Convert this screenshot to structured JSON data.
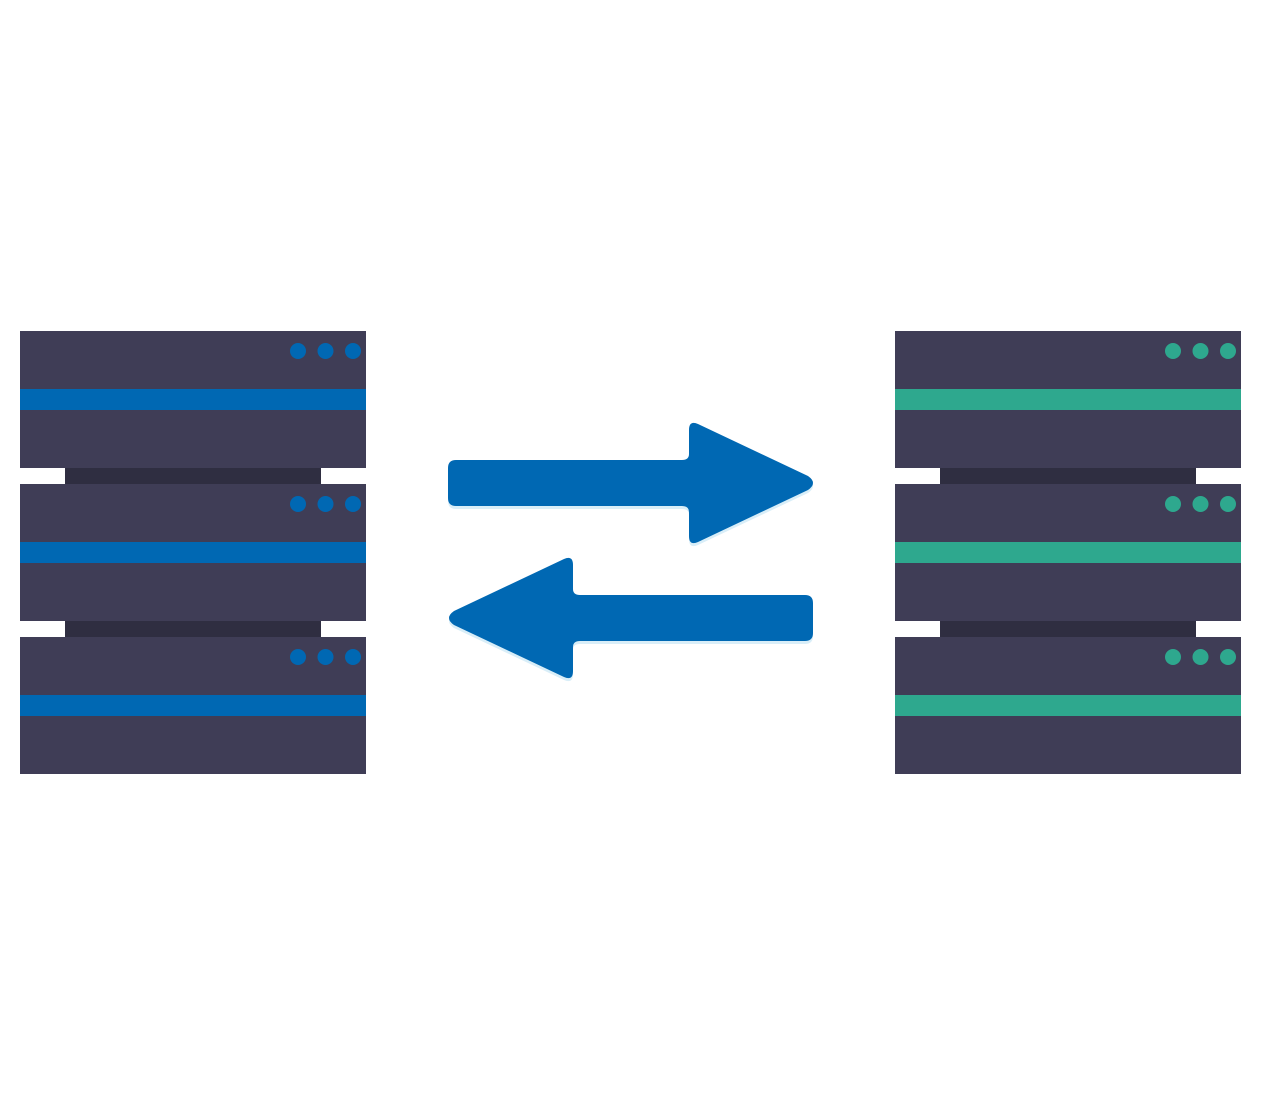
{
  "colors": {
    "background": "#ffffff",
    "server_body": "#3f3d56",
    "server_connector": "#2f2e41",
    "left_accent": "#0068b3",
    "right_accent": "#2ea88e",
    "arrow": "#0068b3",
    "arrow_shadow": "#d9eef8"
  },
  "diagram": {
    "left_server": {
      "icon": "server-rack-icon",
      "units": 3,
      "leds_per_unit": 3
    },
    "right_server": {
      "icon": "server-rack-icon",
      "units": 3,
      "leds_per_unit": 3
    },
    "arrows": [
      {
        "icon": "arrow-right-icon",
        "direction": "right"
      },
      {
        "icon": "arrow-left-icon",
        "direction": "left"
      }
    ]
  }
}
